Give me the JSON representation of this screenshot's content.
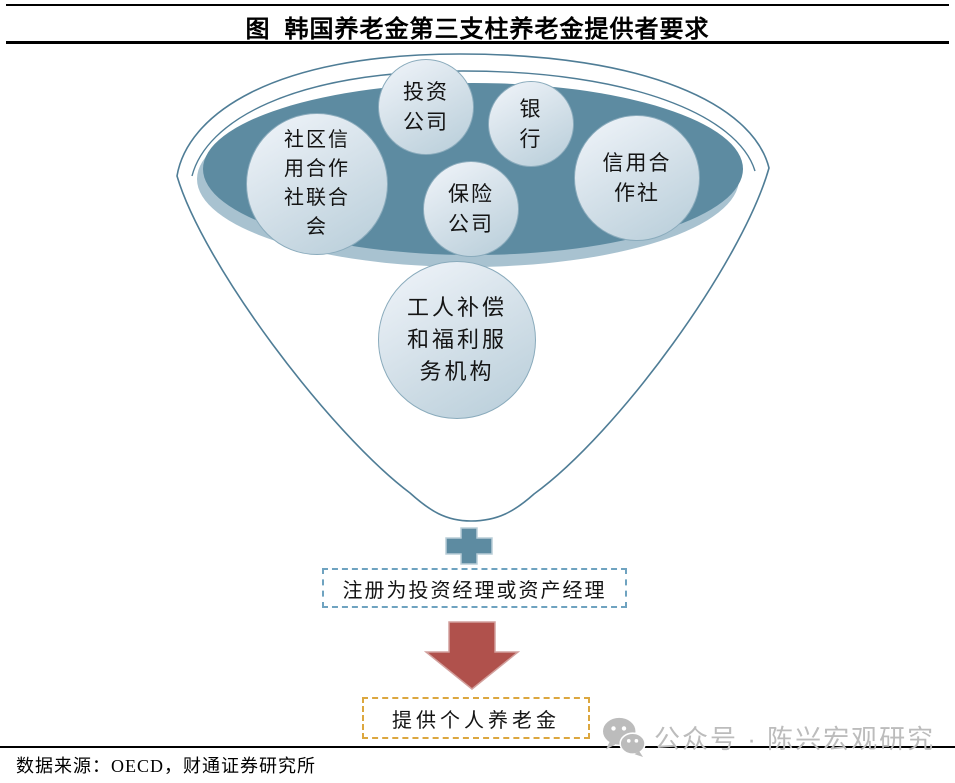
{
  "title": "图  韩国养老金第三支柱养老金提供者要求",
  "funnel": {
    "circles": [
      {
        "label": "社区信\n用合作\n社联合\n会"
      },
      {
        "label": "投资\n公司"
      },
      {
        "label": "银\n行"
      },
      {
        "label": "保险\n公司"
      },
      {
        "label": "信用合\n作社"
      },
      {
        "label": "工人补偿\n和福利服\n务机构"
      }
    ],
    "plus_icon": "plus",
    "register_label": "注册为投资经理或资产经理",
    "down_arrow_icon": "down-arrow",
    "result_label": "提供个人养老金"
  },
  "watermark": {
    "icon": "wechat",
    "text": "公众号 · 陈兴宏观研究"
  },
  "source_note": "数据来源：OECD，财通证券研究所",
  "colors": {
    "rule": "#000000",
    "funnel-line": "#4f7d96",
    "bowl": "#5d8ba1",
    "bowl-shadow": "#a8c2d0",
    "circle-light": "#eaf0f6",
    "circle-mid": "#cfdde6",
    "circle-dark": "#b7cdd9",
    "circle-border": "#8aabbc",
    "plus": "#5d8ba1",
    "register-dash": "#6fa3c0",
    "result-dash": "#dca73f",
    "arrow": "#b0514c",
    "watermark": "#bcbcbc"
  }
}
